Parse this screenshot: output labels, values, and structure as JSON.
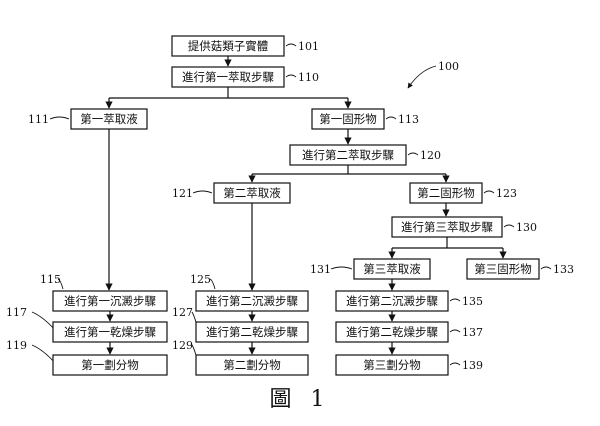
{
  "diagram": {
    "overall_ref": "100",
    "nodes": [
      {
        "id": "101",
        "label": "提供菇類子實體"
      },
      {
        "id": "110",
        "label": "進行第一萃取步驟"
      },
      {
        "id": "111",
        "label": "第一萃取液"
      },
      {
        "id": "113",
        "label": "第一固形物"
      },
      {
        "id": "120",
        "label": "進行第二萃取步驟"
      },
      {
        "id": "121",
        "label": "第二萃取液"
      },
      {
        "id": "123",
        "label": "第二固形物"
      },
      {
        "id": "130",
        "label": "進行第三萃取步驟"
      },
      {
        "id": "131",
        "label": "第三萃取液"
      },
      {
        "id": "133",
        "label": "第三固形物"
      },
      {
        "id": "115",
        "label": "進行第一沉澱步驟"
      },
      {
        "id": "117",
        "label": "進行第一乾燥步驟"
      },
      {
        "id": "119",
        "label": "第一劃分物"
      },
      {
        "id": "125",
        "label": "進行第二沉澱步驟"
      },
      {
        "id": "127",
        "label": "進行第二乾燥步驟"
      },
      {
        "id": "129",
        "label": "第二劃分物"
      },
      {
        "id": "135",
        "label": "進行第二沉澱步驟"
      },
      {
        "id": "137",
        "label": "進行第二乾燥步驟"
      },
      {
        "id": "139",
        "label": "第三劃分物"
      }
    ],
    "edges": [
      [
        "101",
        "110"
      ],
      [
        "110",
        "111"
      ],
      [
        "110",
        "113"
      ],
      [
        "113",
        "120"
      ],
      [
        "120",
        "121"
      ],
      [
        "120",
        "123"
      ],
      [
        "123",
        "130"
      ],
      [
        "130",
        "131"
      ],
      [
        "130",
        "133"
      ],
      [
        "111",
        "115"
      ],
      [
        "115",
        "117"
      ],
      [
        "117",
        "119"
      ],
      [
        "121",
        "125"
      ],
      [
        "125",
        "127"
      ],
      [
        "127",
        "129"
      ],
      [
        "131",
        "135"
      ],
      [
        "135",
        "137"
      ],
      [
        "137",
        "139"
      ]
    ]
  },
  "figure_caption": "圖 1"
}
